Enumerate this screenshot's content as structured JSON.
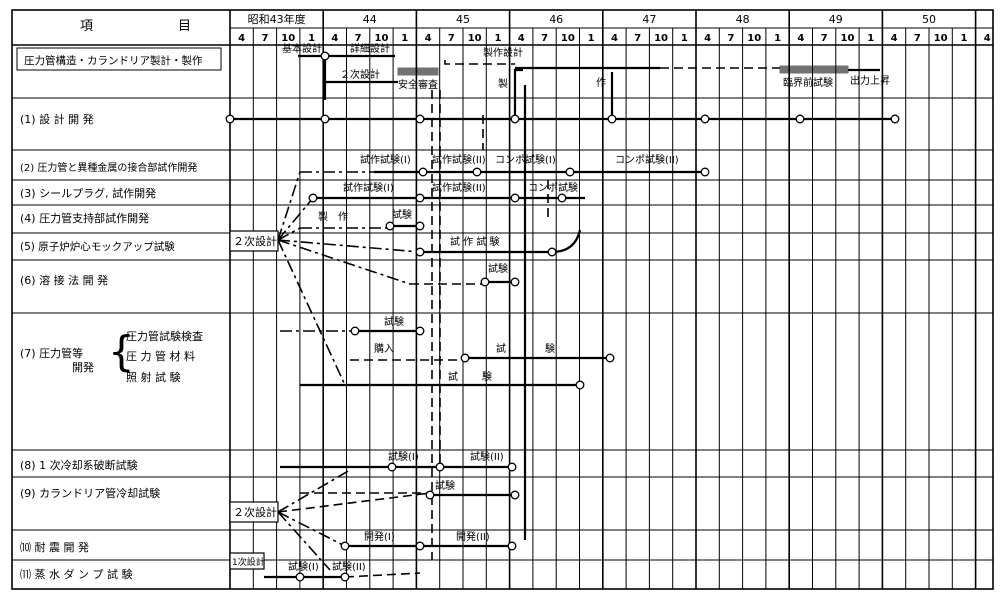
{
  "header": {
    "item_label_1": "項",
    "item_label_2": "目",
    "years": [
      "昭和43年度",
      "44",
      "45",
      "46",
      "47",
      "48",
      "49",
      "50"
    ],
    "quarters": [
      "4",
      "7",
      "10",
      "1"
    ]
  },
  "rows": [
    {
      "id": "r0",
      "label": "圧力管構造・カランドリア製計・製作"
    },
    {
      "id": "r1",
      "label": "(1) 設 計 開 発"
    },
    {
      "id": "r2",
      "label": "(2) 圧力管と異種金属の接合部試作開発"
    },
    {
      "id": "r3",
      "label": "(3) シールプラグ, 試作開発"
    },
    {
      "id": "r4",
      "label": "(4) 圧力管支持部試作開発"
    },
    {
      "id": "r5",
      "label": "(5) 原子炉炉心モックアップ試験"
    },
    {
      "id": "r6",
      "label": "(6) 溶 接 法 開 発"
    },
    {
      "id": "r7",
      "label": "(7) 圧力管等",
      "label2": "開発",
      "sub": [
        "圧力管試験検査",
        "圧 力 管 材 料",
        "照 射 試 験"
      ]
    },
    {
      "id": "r8",
      "label": "(8) 1 次冷却系破断試験"
    },
    {
      "id": "r9",
      "label": "(9) カランドリア管冷却試験"
    },
    {
      "id": "r10",
      "label": "⑽ 耐 震 開 発"
    },
    {
      "id": "r11",
      "label": "⑾ 蒸 水 ダ ン プ 試 験"
    }
  ],
  "boxes": {
    "niji1": "２次設計",
    "niji2": "２次設計",
    "ichiji": "1次設計"
  },
  "annotations": {
    "kihon": "基本設計",
    "shosai": "詳細設計",
    "niji_sekkei": "２次設計",
    "seisaku": "製作設計",
    "anzen": "安全審査",
    "sei": "製",
    "saku": "作",
    "rinkai": "臨界前試験",
    "shutsuryoku": "出力上昇",
    "r2_a": "試作試験(I)",
    "r2_b": "試作試験(II)",
    "r2_c": "コンポ試験(I)",
    "r2_d": "コンポ試験(II)",
    "r3_a": "試作試験(I)",
    "r3_b": "試作試験(II)",
    "r3_c": "コンポ試験",
    "r4_a": "製　作",
    "r4_b": "試験",
    "r5": "試 作 試 験",
    "r6": "試験",
    "r7a": "試験",
    "r7b_a": "購入",
    "r7b_b": "試",
    "r7b_c": "験",
    "r7c_a": "試",
    "r7c_b": "験",
    "r8_a": "試験(I)",
    "r8_b": "試験(II)",
    "r9": "試験",
    "r10_a": "開発(I)",
    "r10_b": "開発(II)",
    "r11_a": "試験(I)",
    "r11_b": "試験(II)"
  }
}
